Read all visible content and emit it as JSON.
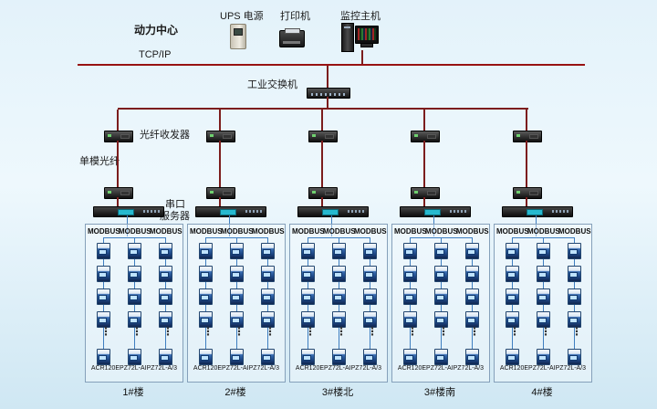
{
  "header": {
    "power_center_label": "动力中心",
    "tcpip_label": "TCP/IP",
    "ups_label": "UPS 电源",
    "printer_label": "打印机",
    "host_label": "监控主机",
    "switch_label": "工业交换机"
  },
  "annotations": {
    "fiber_transceiver": "光纤收发器",
    "single_mode_fiber": "单模光纤",
    "serial_server_line1": "串口",
    "serial_server_line2": "服务器",
    "column_ellipsis": "⋮"
  },
  "meter_group_defaults": {
    "columns": 3,
    "bus_label": "MODBUS",
    "meters_per_column_visible": 5
  },
  "branches": [
    {
      "building": "1#楼",
      "bus_labels": [
        "MODBUS",
        "MODBUS",
        "MODBUS"
      ],
      "model_text": "ACR120EPZ72L-AIPZ72L-A/3"
    },
    {
      "building": "2#楼",
      "bus_labels": [
        "MODBUS",
        "MODBUS",
        "MODBUS"
      ],
      "model_text": "ACR120EPZ72L-AIPZ72L-A/3"
    },
    {
      "building": "3#楼北",
      "bus_labels": [
        "MODBUS",
        "MODBUS",
        "MODBUS"
      ],
      "model_text": "ACR120EPZ72L-AIPZ72L-A/3"
    },
    {
      "building": "3#楼南",
      "bus_labels": [
        "MODBUS",
        "MODBUS",
        "MODBUS"
      ],
      "model_text": "ACR120EPZ72L-AIPZ72L-A/3"
    },
    {
      "building": "4#楼",
      "bus_labels": [
        "MODBUS",
        "MODBUS",
        "MODBUS"
      ],
      "model_text": "ACR120EPZ72L-AIPZ72L-A/3"
    }
  ],
  "colors": {
    "trunk_line": "#971212",
    "branch_line": "#7c1d1d",
    "bus_line_blue": "#3e7ec0",
    "background_top": "#e3f2fa",
    "background_bottom": "#cfe7f3"
  }
}
